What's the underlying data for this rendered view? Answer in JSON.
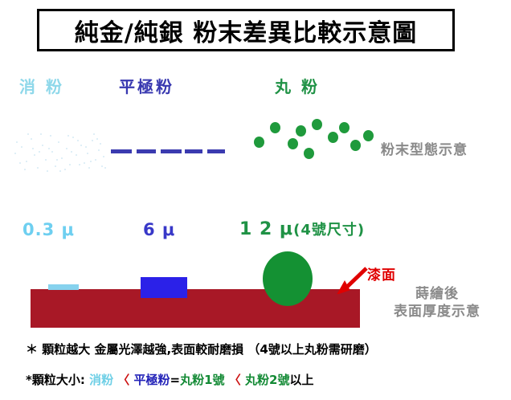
{
  "title": "純金/純銀 粉末差異比較示意圖",
  "categories": [
    {
      "key": "xiao",
      "label": "消 粉",
      "color": "#8ed8ea",
      "size": "0.3 μ"
    },
    {
      "key": "ping",
      "label": "平極粉",
      "color": "#3838b0",
      "size": "6 μ"
    },
    {
      "key": "wan",
      "label": "丸 粉",
      "color": "#1f9245",
      "size_main": "1 2 μ",
      "size_note": "(4號尺寸)"
    }
  ],
  "notes": {
    "morphology": "粉末型態示意",
    "thickness_line1": "蒔繪後",
    "thickness_line2": "表面厚度示意",
    "lacquer": "漆面"
  },
  "footnotes": {
    "line1": "＊ 顆粒越大 金屬光澤越強,表面較耐磨損 （4號以上丸粉需研磨）",
    "line2_parts": [
      {
        "text": "*顆粒大小:",
        "color": "#000000"
      },
      {
        "text": " 消粉 ",
        "color": "#6ecfe6"
      },
      {
        "text": "〈",
        "color": "#cc1111"
      },
      {
        "text": " 平極粉",
        "color": "#2222b8"
      },
      {
        "text": "=",
        "color": "#000000"
      },
      {
        "text": "丸粉1號",
        "color": "#138a35"
      },
      {
        "text": " 〈 ",
        "color": "#cc1111"
      },
      {
        "text": "丸粉2號",
        "color": "#138a35"
      },
      {
        "text": "以上",
        "color": "#000000"
      }
    ]
  },
  "colors": {
    "substrate_red": "#a81826",
    "fine_layer": "#86d2ee",
    "flake_layer": "#2b21e8",
    "round_layer": "#149133",
    "arrow_red": "#e00000",
    "note_gray": "#8a8a8a",
    "title_border": "#000000"
  },
  "cross_section": {
    "substrate_label": "漆面",
    "layers": [
      {
        "name": "fine-powder-layer",
        "shape": "thin-bar",
        "thickness_um": 0.3
      },
      {
        "name": "flake-powder-layer",
        "shape": "rectangle",
        "thickness_um": 6
      },
      {
        "name": "round-powder-layer",
        "shape": "circle",
        "thickness_um": 12
      }
    ]
  },
  "morphology": {
    "fine_dots": [
      [
        6,
        30
      ],
      [
        14,
        22
      ],
      [
        20,
        40
      ],
      [
        26,
        12
      ],
      [
        30,
        32
      ],
      [
        34,
        48
      ],
      [
        40,
        20
      ],
      [
        44,
        38
      ],
      [
        50,
        8
      ],
      [
        52,
        28
      ],
      [
        56,
        46
      ],
      [
        60,
        16
      ],
      [
        64,
        36
      ],
      [
        70,
        24
      ],
      [
        74,
        44
      ],
      [
        78,
        10
      ],
      [
        82,
        32
      ],
      [
        88,
        20
      ],
      [
        92,
        42
      ],
      [
        96,
        30
      ],
      [
        102,
        14
      ],
      [
        106,
        38
      ],
      [
        110,
        26
      ],
      [
        114,
        46
      ],
      [
        8,
        16
      ],
      [
        18,
        50
      ],
      [
        28,
        24
      ],
      [
        38,
        6
      ],
      [
        46,
        52
      ],
      [
        58,
        38
      ],
      [
        68,
        50
      ],
      [
        76,
        28
      ],
      [
        86,
        44
      ],
      [
        98,
        48
      ],
      [
        108,
        12
      ],
      [
        116,
        34
      ],
      [
        12,
        42
      ],
      [
        22,
        6
      ],
      [
        36,
        28
      ],
      [
        48,
        24
      ],
      [
        62,
        52
      ],
      [
        72,
        8
      ],
      [
        84,
        14
      ],
      [
        94,
        22
      ],
      [
        100,
        40
      ],
      [
        104,
        6
      ],
      [
        112,
        18
      ],
      [
        118,
        48
      ]
    ],
    "flake_dashes": [
      [
        2,
        26
      ],
      [
        34,
        24
      ],
      [
        64,
        26
      ],
      [
        94,
        22
      ],
      [
        122,
        22
      ]
    ],
    "round_dots": [
      [
        10,
        28
      ],
      [
        30,
        10
      ],
      [
        52,
        30
      ],
      [
        72,
        42
      ],
      [
        82,
        6
      ],
      [
        102,
        22
      ],
      [
        116,
        10
      ],
      [
        130,
        32
      ],
      [
        146,
        20
      ],
      [
        62,
        14
      ]
    ]
  }
}
